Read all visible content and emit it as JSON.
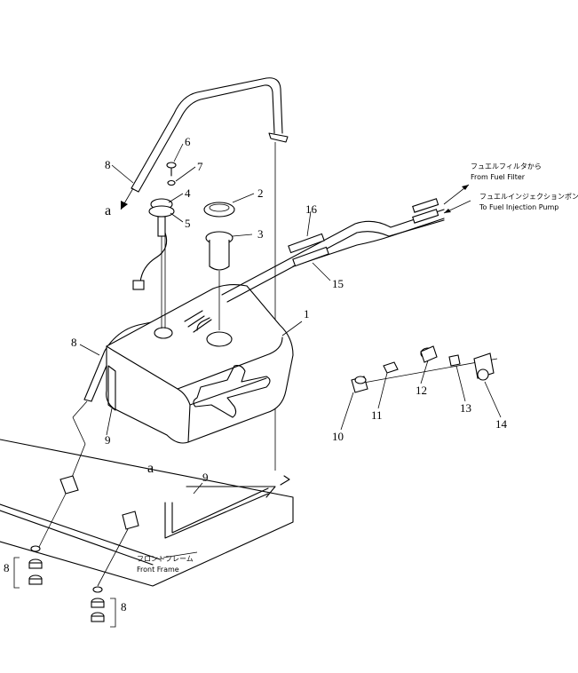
{
  "callouts": {
    "p1": "1",
    "p2": "2",
    "p3": "3",
    "p4": "4",
    "p5": "5",
    "p6": "6",
    "p7": "7",
    "p8_top": "8",
    "p8_left": "8",
    "p8_bottom_left": "8",
    "p8_bottom_right": "8",
    "p9_tank": "9",
    "p9_frame": "9",
    "p10": "10",
    "p11": "11",
    "p12": "12",
    "p13": "13",
    "p14": "14",
    "p15": "15",
    "p16": "16",
    "a_top": "a",
    "a_bottom": "a"
  },
  "annotations": {
    "fuel_filter_jp": "フュエルフィルタから",
    "fuel_filter_en": "From Fuel Filter",
    "injection_pump_jp": "フュエルインジェクションポンプへ",
    "injection_pump_en": "To Fuel Injection Pump",
    "front_frame_jp": "フロントフレーム",
    "front_frame_en": "Front Frame"
  }
}
